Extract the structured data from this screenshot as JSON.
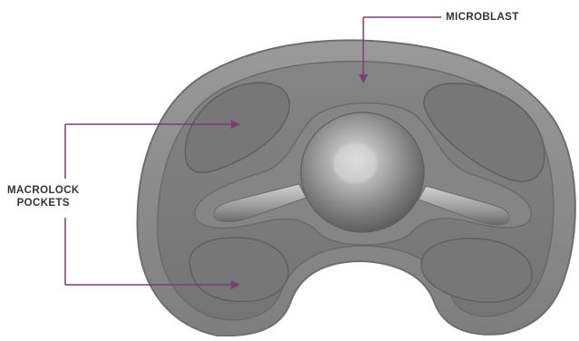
{
  "labels": {
    "microblast": "MICROBLAST",
    "macrolock_line1": "MACROLOCK",
    "macrolock_line2": "POCKETS"
  },
  "colors": {
    "callout_line": "#7a3f6e",
    "label_text": "#333333",
    "plate_outer": "#8c8c8c",
    "plate_inner": "#7b7b7b",
    "pocket": "#757575"
  }
}
